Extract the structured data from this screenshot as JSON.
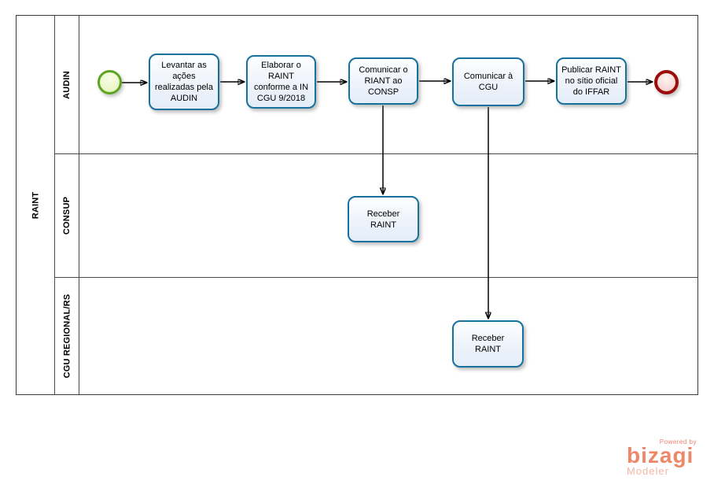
{
  "pool": {
    "label": "RAINT"
  },
  "lanes": [
    {
      "label": "AUDIN"
    },
    {
      "label": "CONSUP"
    },
    {
      "label": "CGU REGIONAL/RS"
    }
  ],
  "tasks": [
    {
      "label": "Levantar as ações realizadas pela AUDIN",
      "lane": "AUDIN"
    },
    {
      "label": "Elaborar o RAINT conforme a IN CGU 9/2018",
      "lane": "AUDIN"
    },
    {
      "label": "Comunicar o RIANT ao CONSP",
      "lane": "AUDIN"
    },
    {
      "label": "Comunicar à CGU",
      "lane": "AUDIN"
    },
    {
      "label": "Publicar RAINT no sítio oficial do IFFAR",
      "lane": "AUDIN"
    },
    {
      "label": "Receber RAINT",
      "lane": "CONSUP"
    },
    {
      "label": "Receber RAINT",
      "lane": "CGU REGIONAL/RS"
    }
  ],
  "events": [
    {
      "type": "start",
      "color": "#5ca422"
    },
    {
      "type": "end",
      "color": "#9b0c0c"
    }
  ],
  "colors": {
    "task_border": "#17719d",
    "task_fill": "#e8effa",
    "start_event_border": "#5ca422",
    "end_event_border": "#9b0c0c",
    "flow_line": "#000000",
    "pool_border": "#3b3b3b",
    "brand_salmon": "#ee8768",
    "brand_light_pink": "#f5b5a5"
  },
  "logo": {
    "powered_by": "Powered by",
    "brand": "bizagi",
    "product": "Modeler"
  }
}
